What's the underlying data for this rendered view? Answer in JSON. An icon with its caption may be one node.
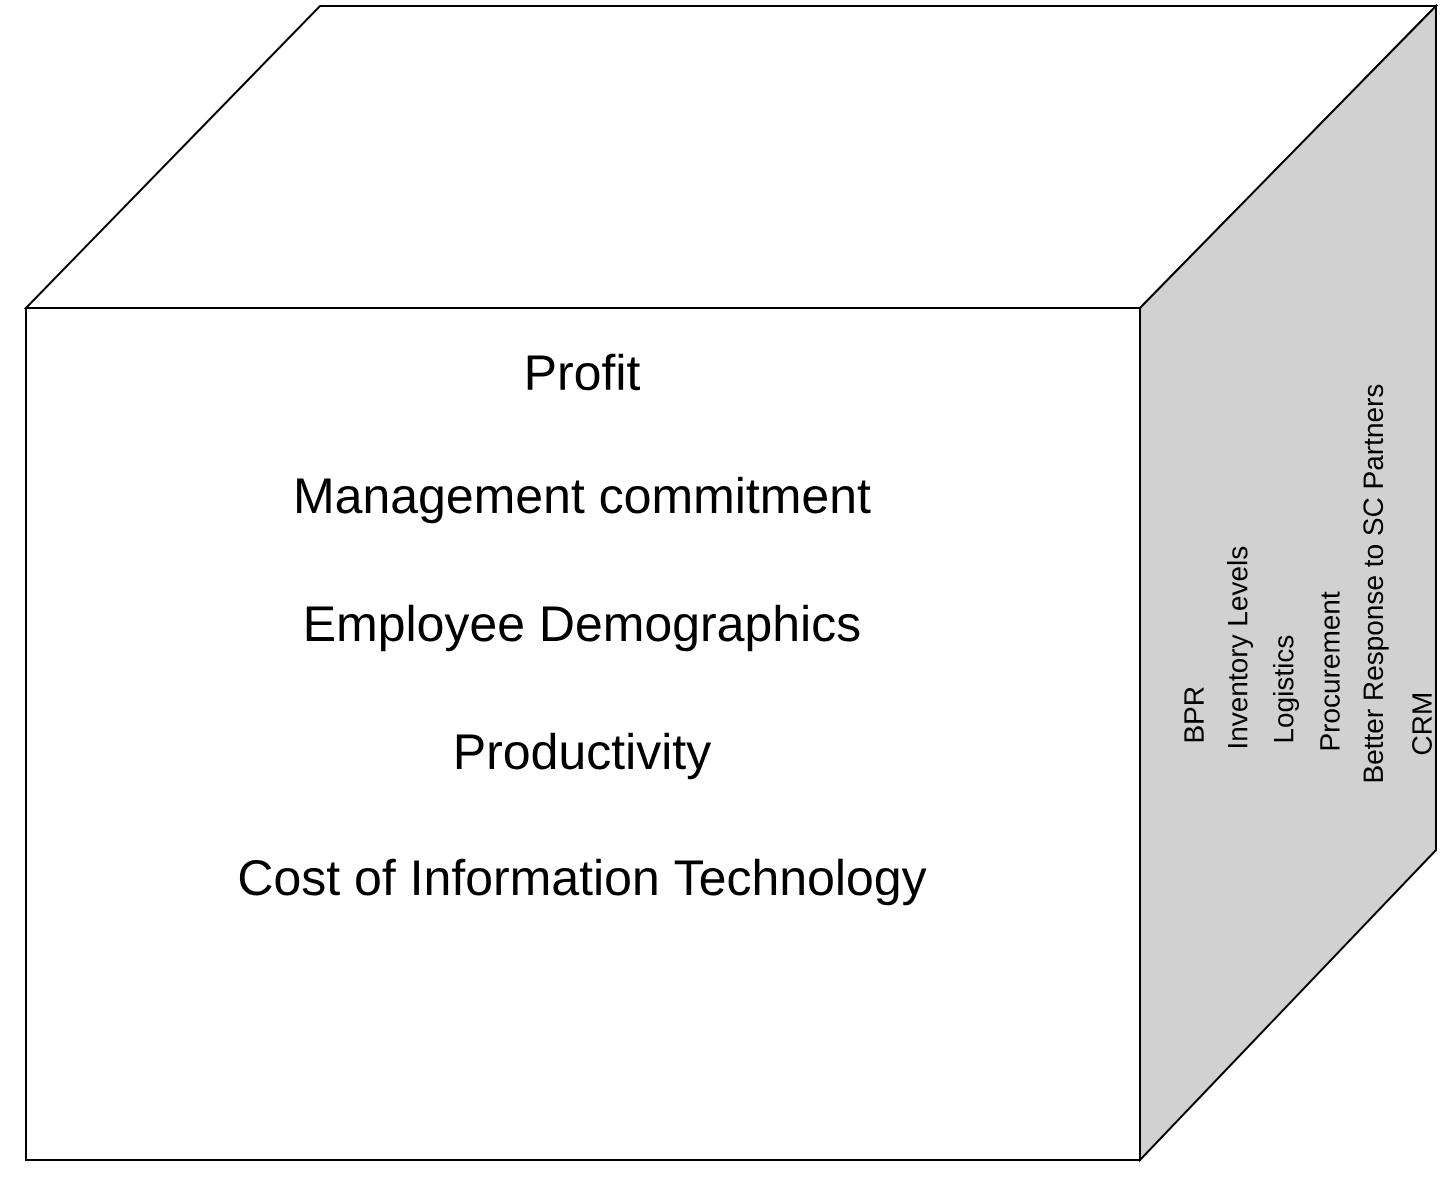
{
  "diagram": {
    "nodes": [
      {
        "text": [
          "Profit",
          "Management commitment",
          "Employee Demographics",
          "Productivity",
          "Cost of Information Technology"
        ]
      },
      {
        "text": [
          "BPR",
          "Inventory Levels",
          "Logistics",
          "Procurement",
          "Better Response to SC Partners",
          "CRM"
        ]
      }
    ]
  }
}
